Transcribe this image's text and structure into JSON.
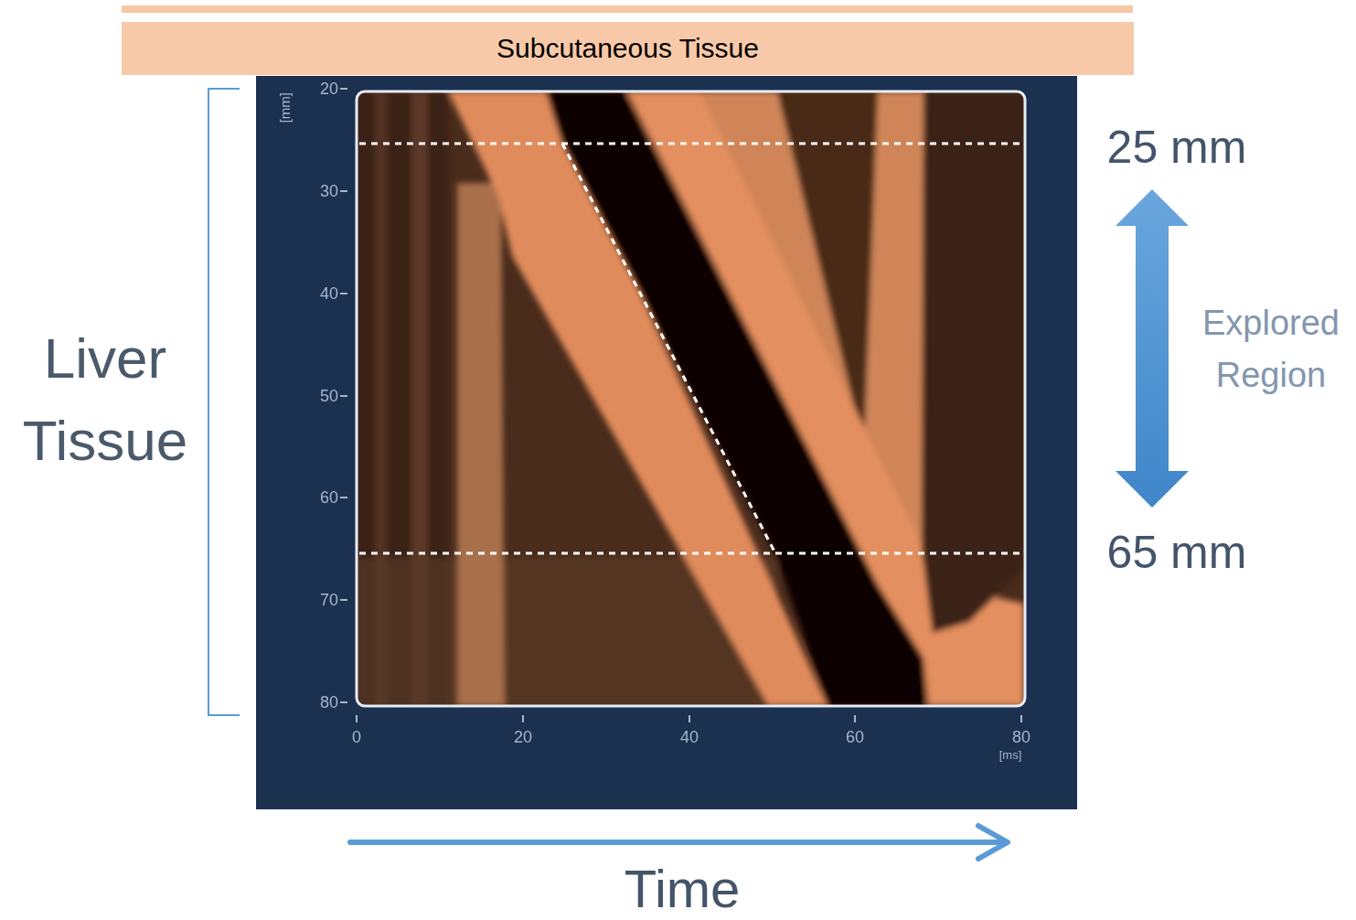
{
  "diagram": {
    "nodes": [
      {
        "text": [
          "Subcutaneous Tissue"
        ]
      }
    ],
    "labels": [
      "Liver Tissue",
      "[mm]",
      "20",
      "30",
      "40",
      "50",
      "60",
      "70",
      "80",
      "0",
      "20",
      "40",
      "60",
      "80",
      "[ms]",
      "25 mm",
      "Explored Region",
      "65 mm",
      "Time"
    ]
  }
}
